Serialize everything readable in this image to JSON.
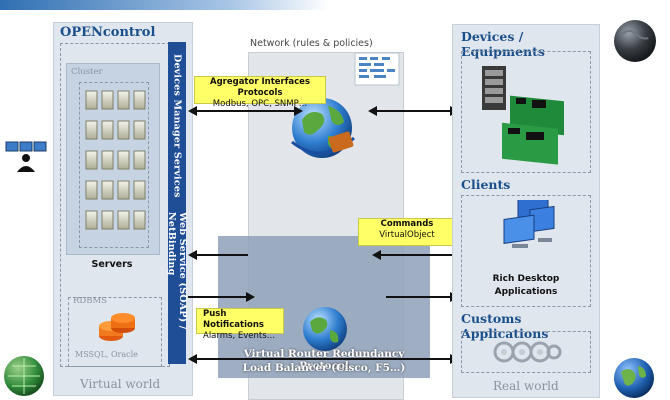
{
  "openc": {
    "title": "OPENcontrol",
    "cluster_label": "Cluster",
    "servers_label": "Servers",
    "dms_label": "Devices Manager Services",
    "ws_label": "Web Service (SOAP) / NetBinding",
    "rdbms_label": "RDBMS",
    "mssql_label": "MSSQL, Oracle",
    "footer": "Virtual world"
  },
  "network": {
    "title": "Network (rules & policies)",
    "vrrp_line1": "Virtual Router Redundancy Protocol",
    "vrrp_line2": "Load Balancer (Cisco, F5…)"
  },
  "notes": {
    "aggregator_title": "Agregator Interfaces Protocols",
    "aggregator_sub": "Modbus, OPC, SNMP…",
    "commands_title": "Commands",
    "commands_sub": "VirtualObject",
    "push_title": "Push Notifications",
    "push_sub": "Alarms, Events…"
  },
  "right": {
    "devices_title": "Devices / Equipments",
    "clients_title": "Clients",
    "rich_line1": "Rich Desktop",
    "rich_line2": "Applications",
    "customs_title": "Customs Applications",
    "footer": "Real world"
  },
  "colors": {
    "panel": "#dfe6ee",
    "title_blue": "#1b4f8a",
    "vertical_bar": "#1f4e96",
    "note_yellow": "#ffff66",
    "lb_box": "#8ea0b8"
  }
}
